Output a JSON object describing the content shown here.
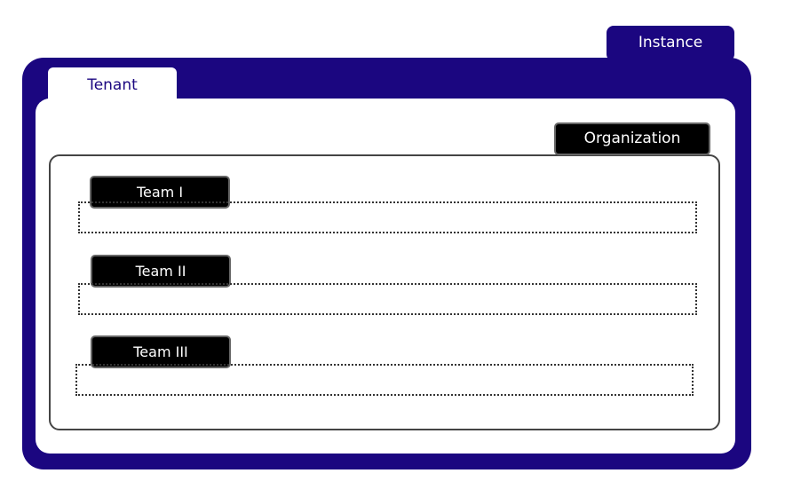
{
  "instance": {
    "label": "Instance"
  },
  "tenant": {
    "label": "Tenant"
  },
  "organization": {
    "label": "Organization"
  },
  "teams": [
    {
      "label": "Team I"
    },
    {
      "label": "Team II"
    },
    {
      "label": "Team III"
    }
  ],
  "colors": {
    "instance": "#1b0680",
    "label_bg": "#000000"
  }
}
